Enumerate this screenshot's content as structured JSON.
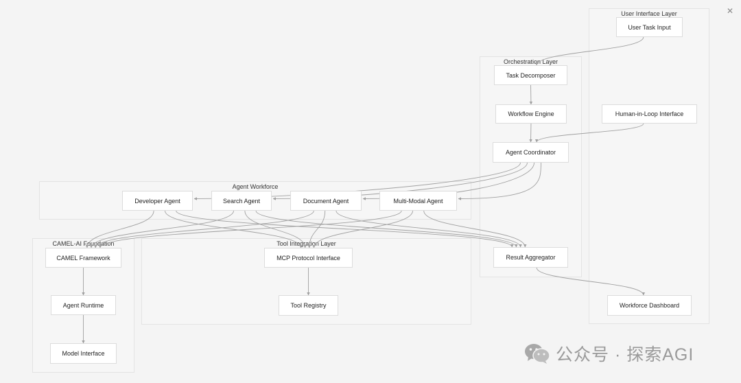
{
  "close_icon": "close-icon",
  "watermark": {
    "text": "公众号 · 探索AGI",
    "icon": "wechat-icon",
    "color": "#9a9a9a"
  },
  "colors": {
    "background": "#f4f4f4",
    "cluster_fill": "#f6f6f6",
    "node_fill": "#ffffff",
    "edge": "#a0a0a0"
  },
  "diagram": {
    "clusters": [
      {
        "id": "ui",
        "title": "User Interface Layer"
      },
      {
        "id": "orch",
        "title": "Orchestration Layer"
      },
      {
        "id": "workforce",
        "title": "Agent Workforce"
      },
      {
        "id": "camel",
        "title": "CAMEL-AI Foundation"
      },
      {
        "id": "tools",
        "title": "Tool Integration Layer"
      }
    ],
    "nodes": [
      {
        "id": "user_task_input",
        "label": "User Task Input",
        "cluster": "ui"
      },
      {
        "id": "human_in_loop",
        "label": "Human-in-Loop Interface",
        "cluster": "ui"
      },
      {
        "id": "workforce_dashboard",
        "label": "Workforce Dashboard",
        "cluster": "ui"
      },
      {
        "id": "task_decomposer",
        "label": "Task Decomposer",
        "cluster": "orch"
      },
      {
        "id": "workflow_engine",
        "label": "Workflow Engine",
        "cluster": "orch"
      },
      {
        "id": "agent_coordinator",
        "label": "Agent Coordinator",
        "cluster": "orch"
      },
      {
        "id": "result_aggregator",
        "label": "Result Aggregator",
        "cluster": "orch"
      },
      {
        "id": "developer_agent",
        "label": "Developer Agent",
        "cluster": "workforce"
      },
      {
        "id": "search_agent",
        "label": "Search Agent",
        "cluster": "workforce"
      },
      {
        "id": "document_agent",
        "label": "Document Agent",
        "cluster": "workforce"
      },
      {
        "id": "multimodal_agent",
        "label": "Multi-Modal Agent",
        "cluster": "workforce"
      },
      {
        "id": "camel_framework",
        "label": "CAMEL Framework",
        "cluster": "camel"
      },
      {
        "id": "agent_runtime",
        "label": "Agent Runtime",
        "cluster": "camel"
      },
      {
        "id": "model_interface",
        "label": "Model Interface",
        "cluster": "camel"
      },
      {
        "id": "mcp_interface",
        "label": "MCP Protocol Interface",
        "cluster": "tools"
      },
      {
        "id": "tool_registry",
        "label": "Tool Registry",
        "cluster": "tools"
      }
    ],
    "edges": [
      {
        "from": "user_task_input",
        "to": "task_decomposer"
      },
      {
        "from": "task_decomposer",
        "to": "workflow_engine"
      },
      {
        "from": "workflow_engine",
        "to": "agent_coordinator"
      },
      {
        "from": "human_in_loop",
        "to": "agent_coordinator"
      },
      {
        "from": "agent_coordinator",
        "to": "developer_agent"
      },
      {
        "from": "agent_coordinator",
        "to": "search_agent"
      },
      {
        "from": "agent_coordinator",
        "to": "document_agent"
      },
      {
        "from": "agent_coordinator",
        "to": "multimodal_agent"
      },
      {
        "from": "developer_agent",
        "to": "camel_framework"
      },
      {
        "from": "search_agent",
        "to": "camel_framework"
      },
      {
        "from": "document_agent",
        "to": "camel_framework"
      },
      {
        "from": "multimodal_agent",
        "to": "camel_framework"
      },
      {
        "from": "developer_agent",
        "to": "mcp_interface"
      },
      {
        "from": "search_agent",
        "to": "mcp_interface"
      },
      {
        "from": "document_agent",
        "to": "mcp_interface"
      },
      {
        "from": "multimodal_agent",
        "to": "mcp_interface"
      },
      {
        "from": "developer_agent",
        "to": "result_aggregator"
      },
      {
        "from": "search_agent",
        "to": "result_aggregator"
      },
      {
        "from": "document_agent",
        "to": "result_aggregator"
      },
      {
        "from": "multimodal_agent",
        "to": "result_aggregator"
      },
      {
        "from": "camel_framework",
        "to": "agent_runtime"
      },
      {
        "from": "agent_runtime",
        "to": "model_interface"
      },
      {
        "from": "mcp_interface",
        "to": "tool_registry"
      },
      {
        "from": "result_aggregator",
        "to": "workforce_dashboard"
      }
    ]
  }
}
